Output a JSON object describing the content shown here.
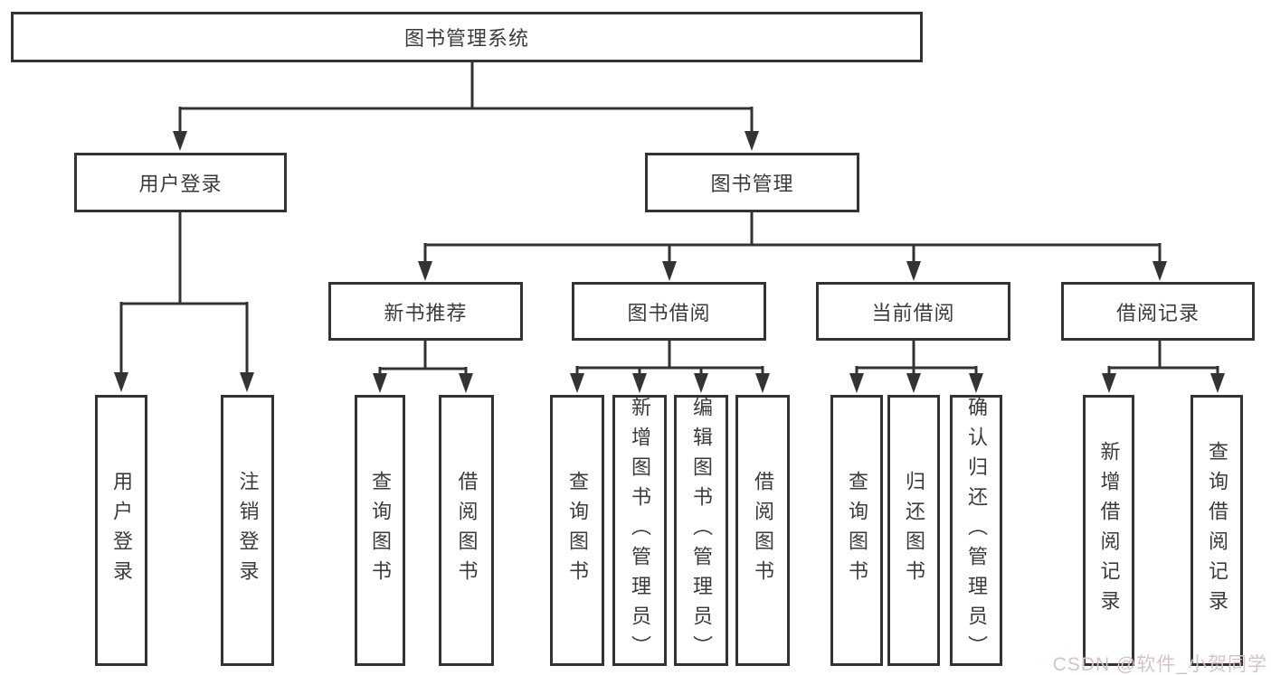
{
  "tree": {
    "label": "图书管理系统",
    "children": [
      {
        "label": "用户登录",
        "children": [
          {
            "label": "用户登录"
          },
          {
            "label": "注销登录"
          }
        ]
      },
      {
        "label": "图书管理",
        "children": [
          {
            "label": "新书推荐",
            "children": [
              {
                "label": "查询图书"
              },
              {
                "label": "借阅图书"
              }
            ]
          },
          {
            "label": "图书借阅",
            "children": [
              {
                "label": "查询图书"
              },
              {
                "label": "新增图书（管理员）"
              },
              {
                "label": "编辑图书（管理员）"
              },
              {
                "label": "借阅图书"
              }
            ]
          },
          {
            "label": "当前借阅",
            "children": [
              {
                "label": "查询图书"
              },
              {
                "label": "归还图书"
              },
              {
                "label": "确认归还（管理员）"
              }
            ]
          },
          {
            "label": "借阅记录",
            "children": [
              {
                "label": "新增借阅记录"
              },
              {
                "label": "查询借阅记录"
              }
            ]
          }
        ]
      }
    ]
  },
  "watermark": {
    "text": "CSDN @软件_小贺同学"
  },
  "colors": {
    "line": "#333333",
    "text": "#3b3b3b",
    "background": "#ffffff",
    "watermark": "#d6c3c3"
  }
}
